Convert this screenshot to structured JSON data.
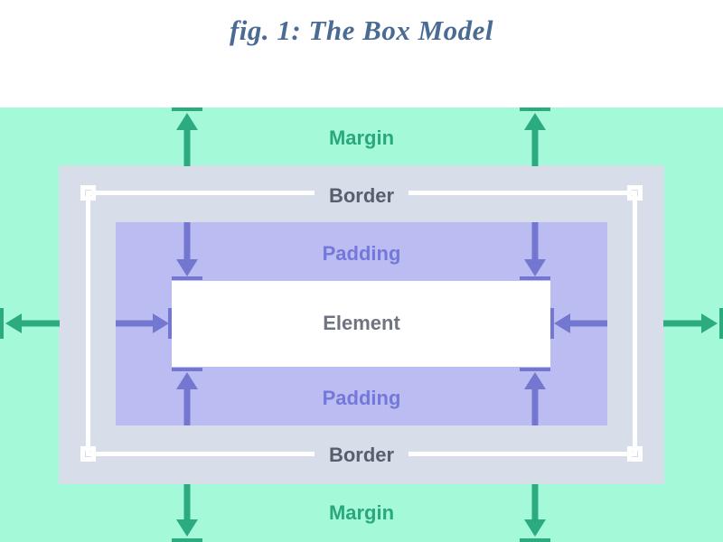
{
  "title": "fig. 1: The Box Model",
  "title_color": "#4A6B93",
  "selection_color": "#FFFFFF",
  "layers": {
    "margin": {
      "label": "Margin",
      "bg": "#A4FAD8",
      "text_color": "#2AA87C",
      "arrow_color": "#2CAB80"
    },
    "border": {
      "label": "Border",
      "bg": "#D7DEE9",
      "text_color": "#575E6E"
    },
    "padding": {
      "label": "Padding",
      "bg": "#BBBDF2",
      "text_color": "#7478D8",
      "arrow_color": "#7377CF"
    },
    "element": {
      "label": "Element",
      "bg": "#FFFFFF",
      "text_color": "#6E7480"
    }
  }
}
